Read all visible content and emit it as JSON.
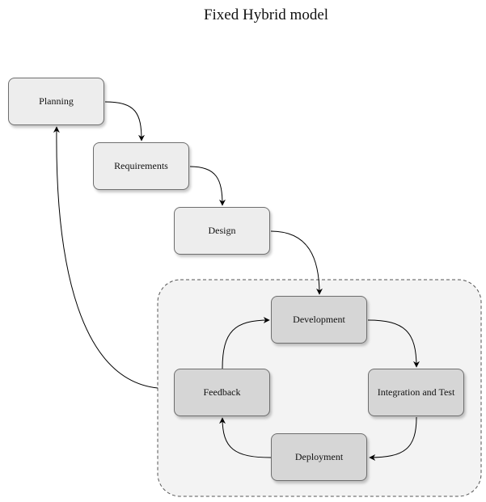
{
  "title": "Fixed Hybrid model",
  "colors": {
    "light_node_fill": "#ededed",
    "dark_node_fill": "#d6d6d6",
    "container_fill": "#f3f3f3",
    "stroke": "#000000"
  },
  "nodes": {
    "planning": "Planning",
    "requirements": "Requirements",
    "design": "Design",
    "development": "Development",
    "integration": "Integration and Test",
    "deployment": "Deployment",
    "feedback": "Feedback"
  }
}
